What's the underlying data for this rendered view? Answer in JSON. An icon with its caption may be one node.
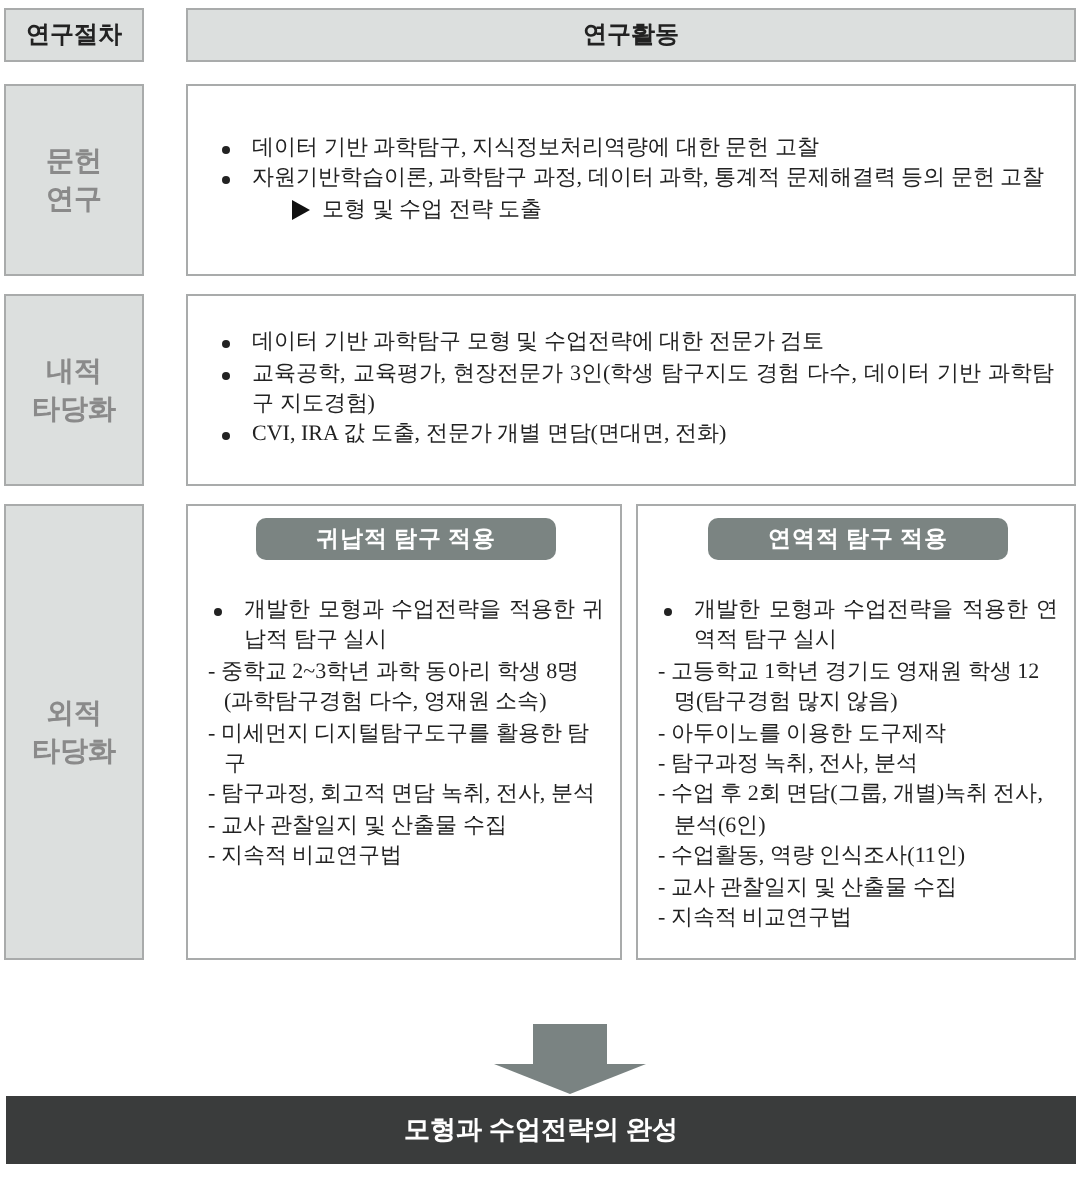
{
  "diagram": {
    "nodes": [
      {
        "text": [
          "연구절차"
        ]
      },
      {
        "text": [
          "연구활동"
        ]
      },
      {
        "text": [
          "문헌 연구"
        ]
      },
      {
        "text": [
          "데이터 기반 과학탐구, 지식정보처리역량에 대한 문헌 고찰",
          "자원기반학습이론, 과학탐구 과정, 데이터 과학, 통계적 문제해결력 등의 문헌 고찰",
          "모형 및 수업 전략 도출"
        ]
      },
      {
        "text": [
          "내적 타당화"
        ]
      },
      {
        "text": [
          "데이터 기반 과학탐구 모형 및 수업전략에 대한 전문가 검토",
          "교육공학, 교육평가, 현장전문가 3인(학생 탐구지도 경험 다수, 데이터 기반 과학탐구 지도경험)",
          "CVI, IRA 값 도출, 전문가 개별 면담(면대면, 전화)"
        ]
      },
      {
        "text": [
          "외적 타당화"
        ]
      },
      {
        "text": [
          "귀납적 탐구 적용",
          "개발한 모형과 수업전략을 적용한 귀납적 탐구 실시",
          "- 중학교 2~3학년 과학 동아리 학생 8명(과학탐구경험 다수, 영재원 소속)",
          "- 미세먼지 디지털탐구도구를 활용한 탐구",
          "- 탐구과정, 회고적 면담 녹취, 전사, 분석",
          "- 교사 관찰일지 및 산출물 수집",
          "- 지속적 비교연구법"
        ]
      },
      {
        "text": [
          "연역적 탐구 적용",
          "개발한 모형과 수업전략을 적용한 연역적 탐구 실시",
          "- 고등학교 1학년 경기도 영재원 학생 12명(탐구경험 많지 않음)",
          "- 아두이노를 이용한 도구제작",
          "- 탐구과정 녹취, 전사, 분석",
          "- 수업 후 2회 면담(그룹, 개별)녹취 전사, 분석(6인)",
          "- 수업활동, 역량 인식조사(11인)",
          "- 교사 관찰일지 및 산출물 수집",
          "- 지속적 비교연구법"
        ]
      },
      {
        "text": [
          "모형과 수업전략의 완성"
        ]
      }
    ],
    "edges": [
      {
        "from": null,
        "to": 9,
        "arrow": "to"
      }
    ]
  }
}
